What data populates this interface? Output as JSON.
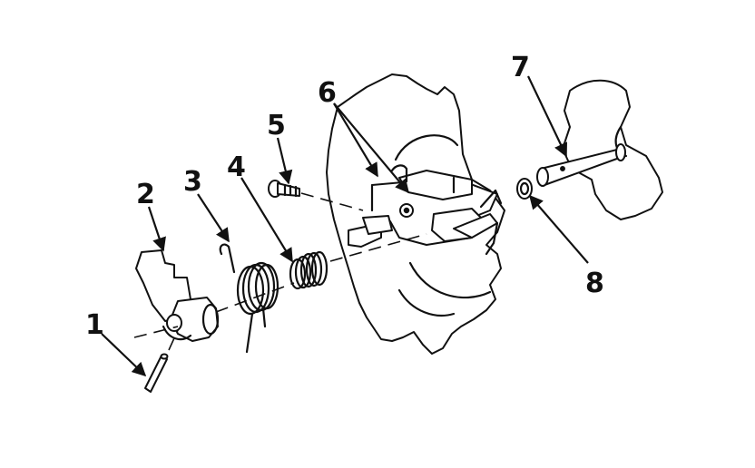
{
  "diagram": {
    "callouts": [
      {
        "id": "1",
        "label": "1"
      },
      {
        "id": "2",
        "label": "2"
      },
      {
        "id": "3",
        "label": "3"
      },
      {
        "id": "4",
        "label": "4"
      },
      {
        "id": "5",
        "label": "5"
      },
      {
        "id": "6",
        "label": "6"
      },
      {
        "id": "7",
        "label": "7"
      },
      {
        "id": "8",
        "label": "8"
      }
    ],
    "colors": {
      "ink": "#111111",
      "paper": "#ffffff"
    }
  }
}
